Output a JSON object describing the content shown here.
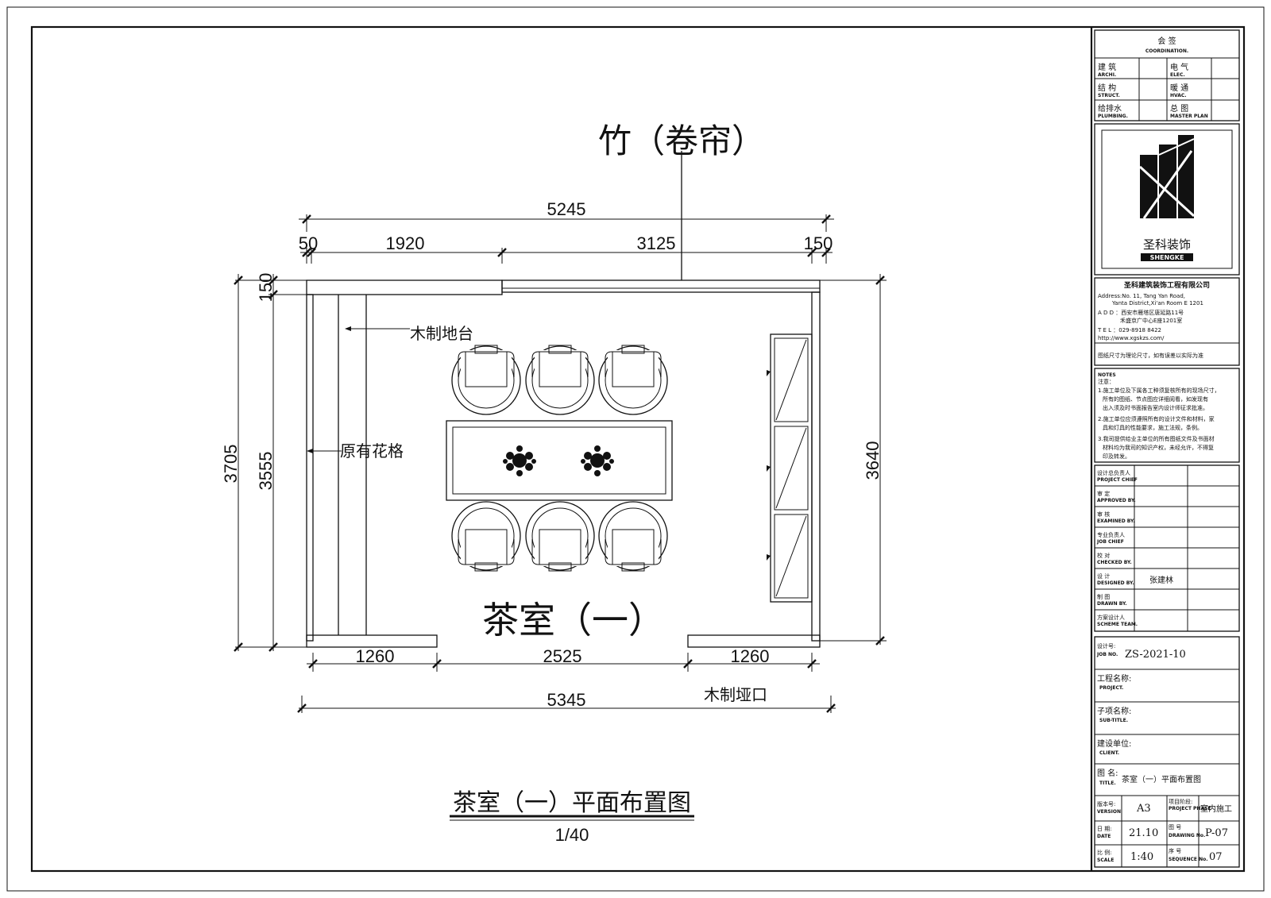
{
  "drawing": {
    "curtain_label": "竹（卷帘）",
    "room_title": "茶室（一）",
    "plan_title": "茶室（一）平面布置图",
    "scale_label": "1/40",
    "labels": {
      "platform": "木制地台",
      "lattice": "原有花格",
      "door": "木制垭口"
    },
    "dimensions": {
      "top_total": "5245",
      "top_seg1": "50",
      "top_seg2": "1920",
      "top_seg3": "3125",
      "top_seg4": "150",
      "left_small": "150",
      "left_outer": "3705",
      "left_inner": "3555",
      "right_height": "3640",
      "bottom_seg1": "1260",
      "bottom_seg2": "2525",
      "bottom_seg3": "1260",
      "bottom_total": "5345"
    }
  },
  "title_block": {
    "coordination": {
      "cn": "会 签",
      "en": "COORDINATION."
    },
    "disciplines": [
      {
        "cn": "建 筑",
        "en": "ARCHI."
      },
      {
        "cn": "电 气",
        "en": "ELEC."
      },
      {
        "cn": "结 构",
        "en": "STRUCT."
      },
      {
        "cn": "暖 通",
        "en": "HVAC."
      },
      {
        "cn": "给排水",
        "en": "PLUMBING."
      },
      {
        "cn": "总 图",
        "en": "MASTER PLAN"
      }
    ],
    "logo": {
      "cn": "圣科装饰",
      "en": "SHENGKE"
    },
    "company": {
      "name": "圣科建筑装饰工程有限公司",
      "addr_en_1": "Address:No. 11, Tang Yan Road,",
      "addr_en_2": "Yanta District,Xi'an Room E 1201",
      "addr_cn_1": "A D D ：西安市雁塔区唐延路11号",
      "addr_cn_2": "禾盛京广中心E座1201室",
      "tel": "T E L ：029-8918 8422",
      "url": "http://www.xgskzs.com/"
    },
    "size_note": "图纸尺寸为理论尺寸，如有误差以实际为准",
    "notes": {
      "head_en": "NOTES",
      "head_cn": "注意：",
      "items": [
        "1.施工单位及下属各工种须复核所有的现场尺寸，",
        "所有的图纸、节点图应详细阅看，如发现有",
        "出入须及时书面报告室内设计师征求批准。",
        "2.施工单位应须遵照所有的设计文件和材料，家",
        "具和灯具的性能要求，施工法规，条例。",
        "3.我司提供给业主单位的所有图纸文件及书面材",
        "材料均为我司的知识产权，未经允许，不得复",
        "印及转发。"
      ]
    },
    "roles": [
      {
        "cn": "设计总负责人",
        "en": "PROJECT CHIEF",
        "value": ""
      },
      {
        "cn": "审 定",
        "en": "APPROVED BY.",
        "value": ""
      },
      {
        "cn": "审 核",
        "en": "EXAMINED BY.",
        "value": ""
      },
      {
        "cn": "专业负责人",
        "en": "JOB CHIEF",
        "value": ""
      },
      {
        "cn": "校 对",
        "en": "CHECKED BY.",
        "value": ""
      },
      {
        "cn": "设 计",
        "en": "DESIGNED BY.",
        "value": "张建林"
      },
      {
        "cn": "制 图",
        "en": "DRAWN BY.",
        "value": ""
      },
      {
        "cn": "方案设计人",
        "en": "SCHEME TEAM.",
        "value": ""
      }
    ],
    "job_no": {
      "cn": "设计号:",
      "en": "JOB NO.",
      "value": "ZS-2021-10"
    },
    "project": {
      "cn": "工程名称:",
      "en": "PROJECT."
    },
    "subtitle": {
      "cn": "子项名称:",
      "en": "SUB-TITLE."
    },
    "client": {
      "cn": "建设单位:",
      "en": "CLIENT."
    },
    "title": {
      "cn": "图 名:",
      "en": "TITLE.",
      "value": "茶室（一）平面布置图"
    },
    "version": {
      "cn": "版本号:",
      "en": "VERSION",
      "value": "A3"
    },
    "phase": {
      "cn": "项目阶段:",
      "en": "PROJECT PHASE",
      "value": "室内施工"
    },
    "date": {
      "cn": "日 期:",
      "en": "DATE",
      "value": "21.10"
    },
    "drawing_no": {
      "cn": "图 号",
      "en": "DRAWING No.",
      "value": "P-07"
    },
    "scale": {
      "cn": "比 例:",
      "en": "SCALE",
      "value": "1:40"
    },
    "sequence": {
      "cn": "序 号",
      "en": "SEQUENCE No.",
      "value": "07"
    }
  }
}
